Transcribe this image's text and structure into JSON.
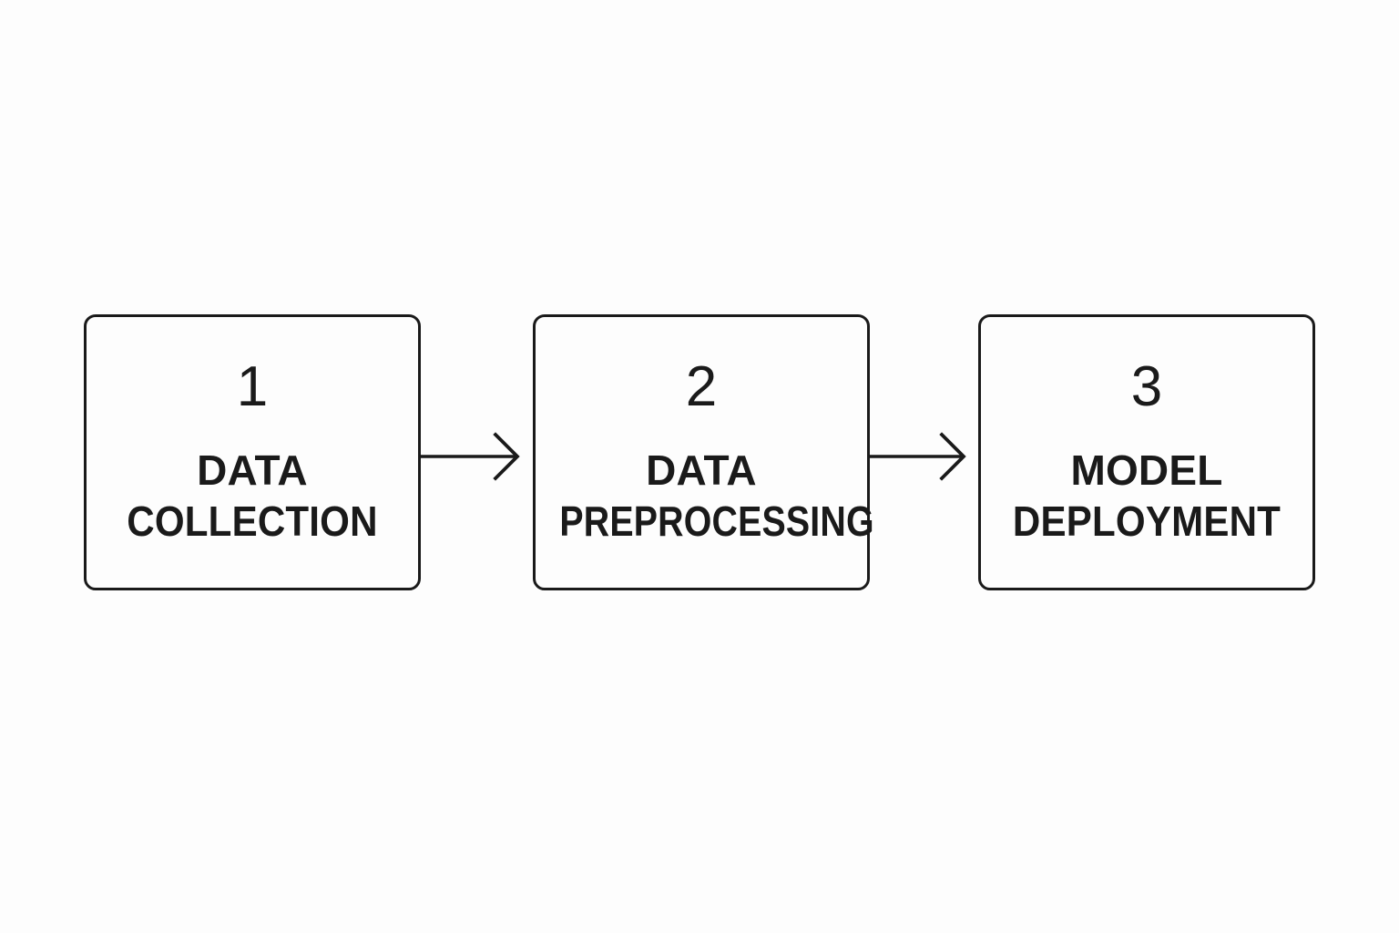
{
  "diagram": {
    "type": "linear-process-flow",
    "orientation": "horizontal",
    "background_color": "#fdfdfd",
    "stroke_color": "#1a1a1a",
    "node_count": 3,
    "connector_count": 2,
    "nodes": [
      {
        "id": "node-1",
        "number": "1",
        "label_lines": [
          "DATA",
          "COLLECTION"
        ],
        "label_full": "DATA COLLECTION"
      },
      {
        "id": "node-2",
        "number": "2",
        "label_lines": [
          "DATA",
          "PREPROCESSING"
        ],
        "label_full": "DATA PREPROCESSING"
      },
      {
        "id": "node-3",
        "number": "3",
        "label_lines": [
          "MODEL",
          "DEPLOYMENT"
        ],
        "label_full": "MODEL DEPLOYMENT"
      }
    ],
    "connectors": [
      {
        "id": "connector-1-2",
        "from": "node-1",
        "to": "node-2",
        "style": "open-chevron-arrow"
      },
      {
        "id": "connector-2-3",
        "from": "node-2",
        "to": "node-3",
        "style": "open-chevron-arrow"
      }
    ]
  }
}
